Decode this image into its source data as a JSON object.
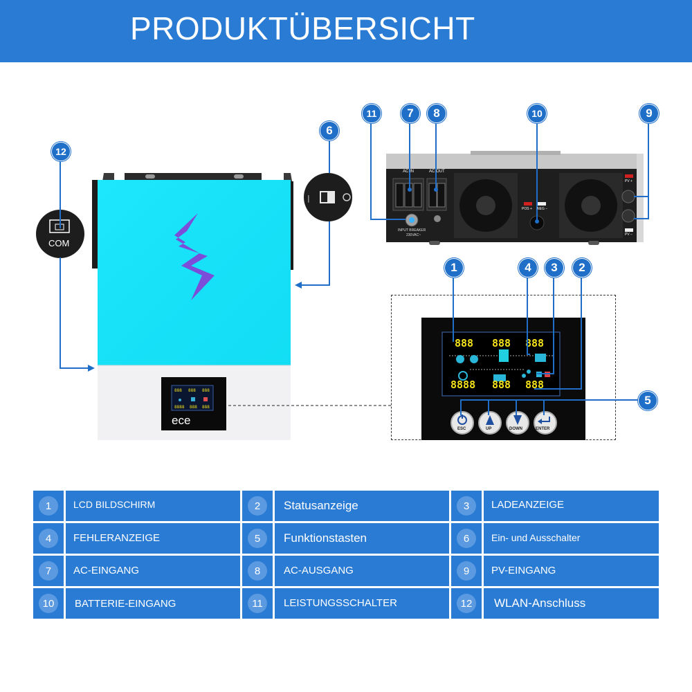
{
  "header": {
    "title": "PRODUKTÜBERSICHT"
  },
  "device": {
    "brand": "ece",
    "com_label": "COM",
    "breaker_label": "INPUT BREAKER",
    "breaker_rating": "230VAC~",
    "ac_in_label": "AC IN",
    "ac_out_label": "AC OUT",
    "pos_label": "POS +",
    "neg_label": "NEG −",
    "pv_pos_label": "PV +",
    "pv_neg_label": "PV −"
  },
  "callouts": [
    "1",
    "2",
    "3",
    "4",
    "5",
    "6",
    "7",
    "8",
    "9",
    "10",
    "11",
    "12"
  ],
  "lcd": {
    "digits": [
      "888",
      "888",
      "888",
      "8888",
      "888",
      "888"
    ],
    "buttons": [
      "ESC",
      "UP",
      "DOWN",
      "ENTER"
    ]
  },
  "legend": [
    {
      "num": "1",
      "label": "LCD BILDSCHIRM"
    },
    {
      "num": "2",
      "label": "Statusanzeige"
    },
    {
      "num": "3",
      "label": "LADEANZEIGE"
    },
    {
      "num": "4",
      "label": "FEHLERANZEIGE"
    },
    {
      "num": "5",
      "label": "Funktionstasten"
    },
    {
      "num": "6",
      "label": "Ein- und Ausschalter"
    },
    {
      "num": "7",
      "label": "AC-EINGANG"
    },
    {
      "num": "8",
      "label": "AC-AUSGANG"
    },
    {
      "num": "9",
      "label": "PV-EINGANG"
    },
    {
      "num": "10",
      "label": "BATTERIE-EINGANG"
    },
    {
      "num": "11",
      "label": "LEISTUNGSSCHALTER"
    },
    {
      "num": "12",
      "label": "WLAN-Anschluss"
    }
  ],
  "colors": {
    "banner": "#2a7bd4",
    "badge": "#1f6fc8",
    "panel": "#16e4f8",
    "bolt": "#7b4dd8"
  }
}
